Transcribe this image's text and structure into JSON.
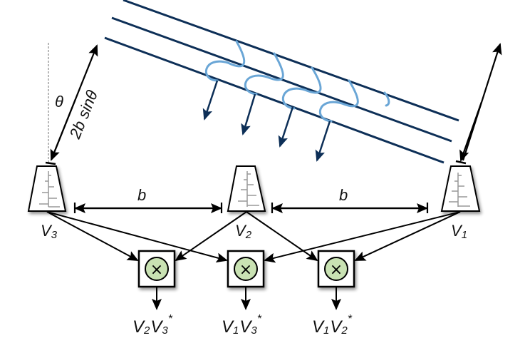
{
  "colors": {
    "wavefront": "#0d2f57",
    "wave": "#6aa6d6",
    "arrow": "#0d2f57",
    "stroke": "#000000",
    "multiplier_fill": "#c9e2b3",
    "antenna_tick": "#999999"
  },
  "labels": {
    "theta": "θ",
    "path_difference": "2b sinθ",
    "baseline_left": "b",
    "baseline_right": "b",
    "multiply_symbol": "×"
  },
  "antennas": [
    {
      "name": "V",
      "sub": "3"
    },
    {
      "name": "V",
      "sub": "2"
    },
    {
      "name": "V",
      "sub": "1"
    }
  ],
  "correlators": [
    {
      "out_a": "V",
      "out_a_sub": "2",
      "out_b": "V",
      "out_b_sub": "3",
      "conj": "*"
    },
    {
      "out_a": "V",
      "out_a_sub": "1",
      "out_b": "V",
      "out_b_sub": "3",
      "conj": "*"
    },
    {
      "out_a": "V",
      "out_a_sub": "1",
      "out_b": "V",
      "out_b_sub": "2",
      "conj": "*"
    }
  ]
}
